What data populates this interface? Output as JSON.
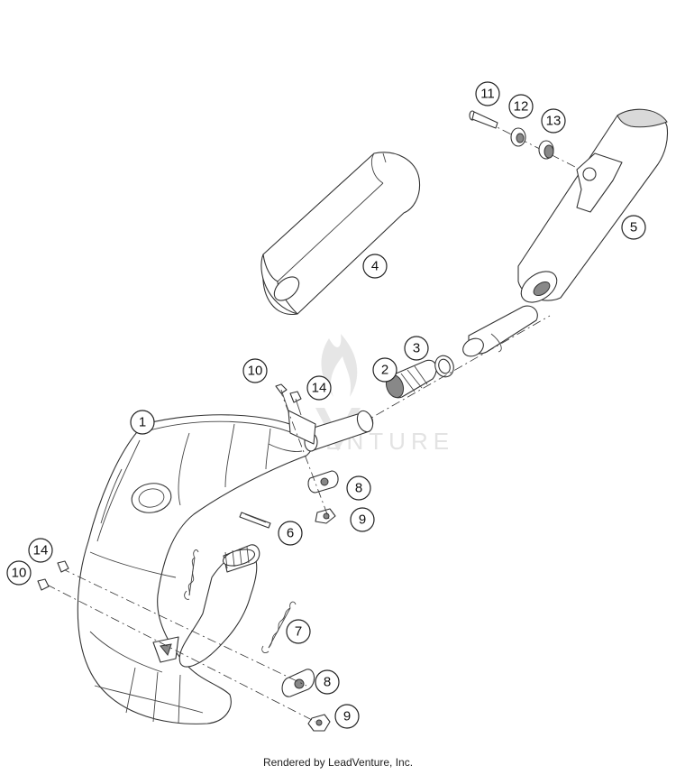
{
  "diagram": {
    "callouts": [
      {
        "id": "c1",
        "label": "1"
      },
      {
        "id": "c2",
        "label": "2"
      },
      {
        "id": "c3",
        "label": "3"
      },
      {
        "id": "c4",
        "label": "4"
      },
      {
        "id": "c5",
        "label": "5"
      },
      {
        "id": "c6",
        "label": "6"
      },
      {
        "id": "c7",
        "label": "7"
      },
      {
        "id": "c8a",
        "label": "8"
      },
      {
        "id": "c8b",
        "label": "8"
      },
      {
        "id": "c9a",
        "label": "9"
      },
      {
        "id": "c9b",
        "label": "9"
      },
      {
        "id": "c10a",
        "label": "10"
      },
      {
        "id": "c10b",
        "label": "10"
      },
      {
        "id": "c11",
        "label": "11"
      },
      {
        "id": "c12",
        "label": "12"
      },
      {
        "id": "c13",
        "label": "13"
      },
      {
        "id": "c14a",
        "label": "14"
      },
      {
        "id": "c14b",
        "label": "14"
      }
    ]
  },
  "watermark": {
    "text": "LEADVENTURE"
  },
  "footer": {
    "text": "Rendered by LeadVenture, Inc."
  }
}
